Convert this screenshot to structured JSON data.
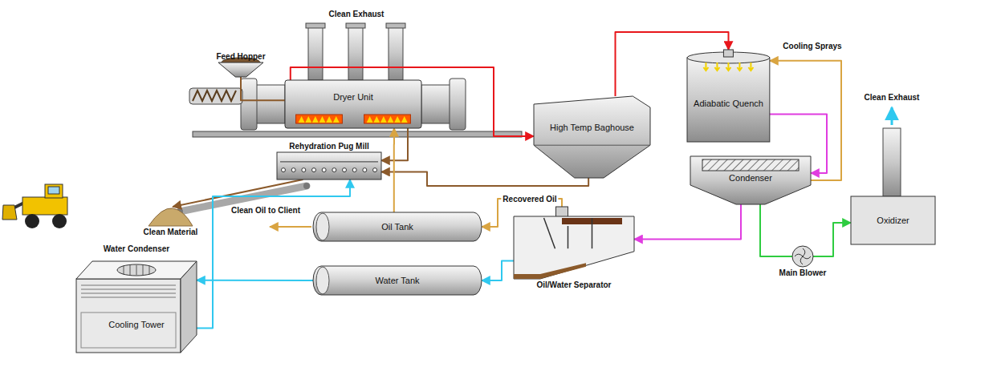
{
  "diagram": {
    "nodes": [
      {
        "text": [
          "Feed Hopper"
        ]
      },
      {
        "text": [
          "Dryer Unit"
        ]
      },
      {
        "text": [
          "Rehydration Pug Mill"
        ]
      },
      {
        "text": [
          "High Temp Baghouse"
        ]
      },
      {
        "text": [
          "Adiabatic Quench"
        ]
      },
      {
        "text": [
          "Clean Material"
        ]
      },
      {
        "text": [
          "Condenser"
        ]
      },
      {
        "text": [
          "Oxidizer"
        ]
      },
      {
        "text": [
          "Main Blower"
        ]
      },
      {
        "text": [
          "Oil Tank"
        ]
      },
      {
        "text": [
          "Water Tank"
        ]
      },
      {
        "text": [
          "Oil/Water Separator"
        ]
      },
      {
        "text": [
          "Water Condenser",
          "Cooling Tower"
        ]
      }
    ],
    "edges": [
      {
        "from": 1,
        "to": 3,
        "arrow": "to"
      },
      {
        "from": 3,
        "to": 4,
        "arrow": "to"
      },
      {
        "from": 0,
        "to": 1,
        "arrow": "none"
      },
      {
        "from": 1,
        "to": 2,
        "arrow": "to"
      },
      {
        "from": 3,
        "to": 2,
        "arrow": "to"
      },
      {
        "from": 2,
        "to": 5,
        "arrow": "to"
      },
      {
        "from": 4,
        "to": 6,
        "arrow": "to"
      },
      {
        "from": 6,
        "to": 4,
        "arrow": "to"
      },
      {
        "from": 6,
        "to": 11,
        "arrow": "to"
      },
      {
        "from": 6,
        "to": 8,
        "arrow": "none"
      },
      {
        "from": 8,
        "to": 7,
        "arrow": "to"
      },
      {
        "from": 11,
        "to": 9,
        "label": "Recovered Oil",
        "arrow": "to"
      },
      {
        "from": 11,
        "to": 10,
        "arrow": "to"
      },
      {
        "from": 10,
        "to": 12,
        "arrow": "to"
      },
      {
        "from": 12,
        "to": 2,
        "arrow": "to"
      },
      {
        "from": 9,
        "to": 1,
        "arrow": "to"
      }
    ],
    "labels": [
      "Clean Exhaust",
      "Cooling Sprays",
      "Clean Exhaust",
      "Clean Oil to Client"
    ]
  }
}
